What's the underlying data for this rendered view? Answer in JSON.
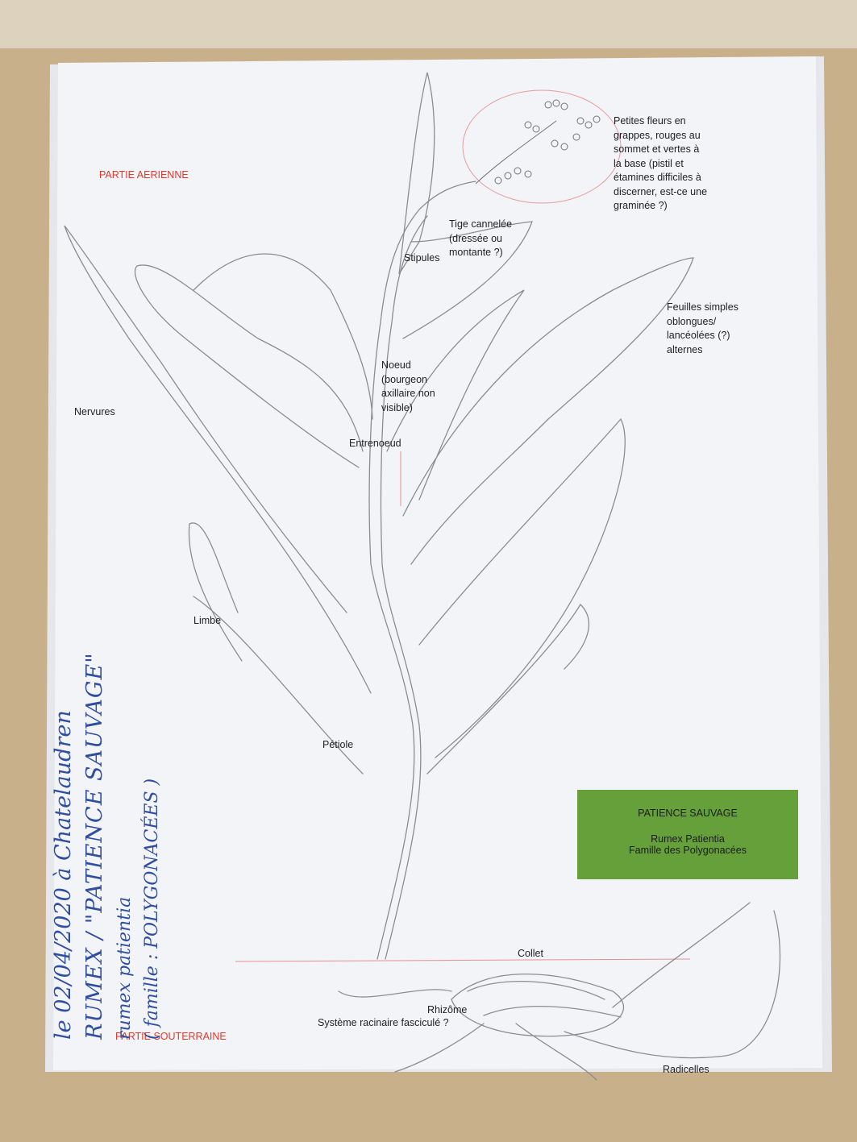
{
  "labels": {
    "partie_aerienne": "PARTIE AERIENNE",
    "partie_souterraine": "PARTIE SOUTERRAINE",
    "fleurs": [
      "Petites fleurs en",
      "grappes, rouges au",
      "sommet et vertes à",
      "la base (pistil et",
      "étamines difficiles à",
      "discerner, est-ce une",
      "graminée ?)"
    ],
    "tige": [
      "Tige cannelée",
      "(dressée ou",
      "montante ?)"
    ],
    "stipules": "Stipules",
    "feuilles": [
      "Feuilles simples",
      "oblongues/",
      "lancéolées (?)",
      "alternes"
    ],
    "noeud": [
      "Noeud",
      "(bourgeon",
      "axillaire non",
      "visible)"
    ],
    "nervures": "Nervures",
    "entrenoeud": "Entrenoeud",
    "limbe": "Limbe",
    "petiole": "Pétiole",
    "collet": "Collet",
    "rhizome": "Rhizôme",
    "systeme": "Système racinaire fasciculé ?",
    "radicelles": "Radicelles"
  },
  "info_box": {
    "title": "PATIENCE SAUVAGE",
    "latin": "Rumex Patientia",
    "family": "Famille des Polygonacées",
    "color": "#65a03a"
  },
  "handwriting": {
    "line1": "le 02/04/2020 à Chatelaudren",
    "line2": "RUMEX / \"PATIENCE SAUVAGE\"",
    "line3": "rumex patientia",
    "line4": "( famille : POLYGONACÉES )",
    "color": "#2f4ea0"
  }
}
